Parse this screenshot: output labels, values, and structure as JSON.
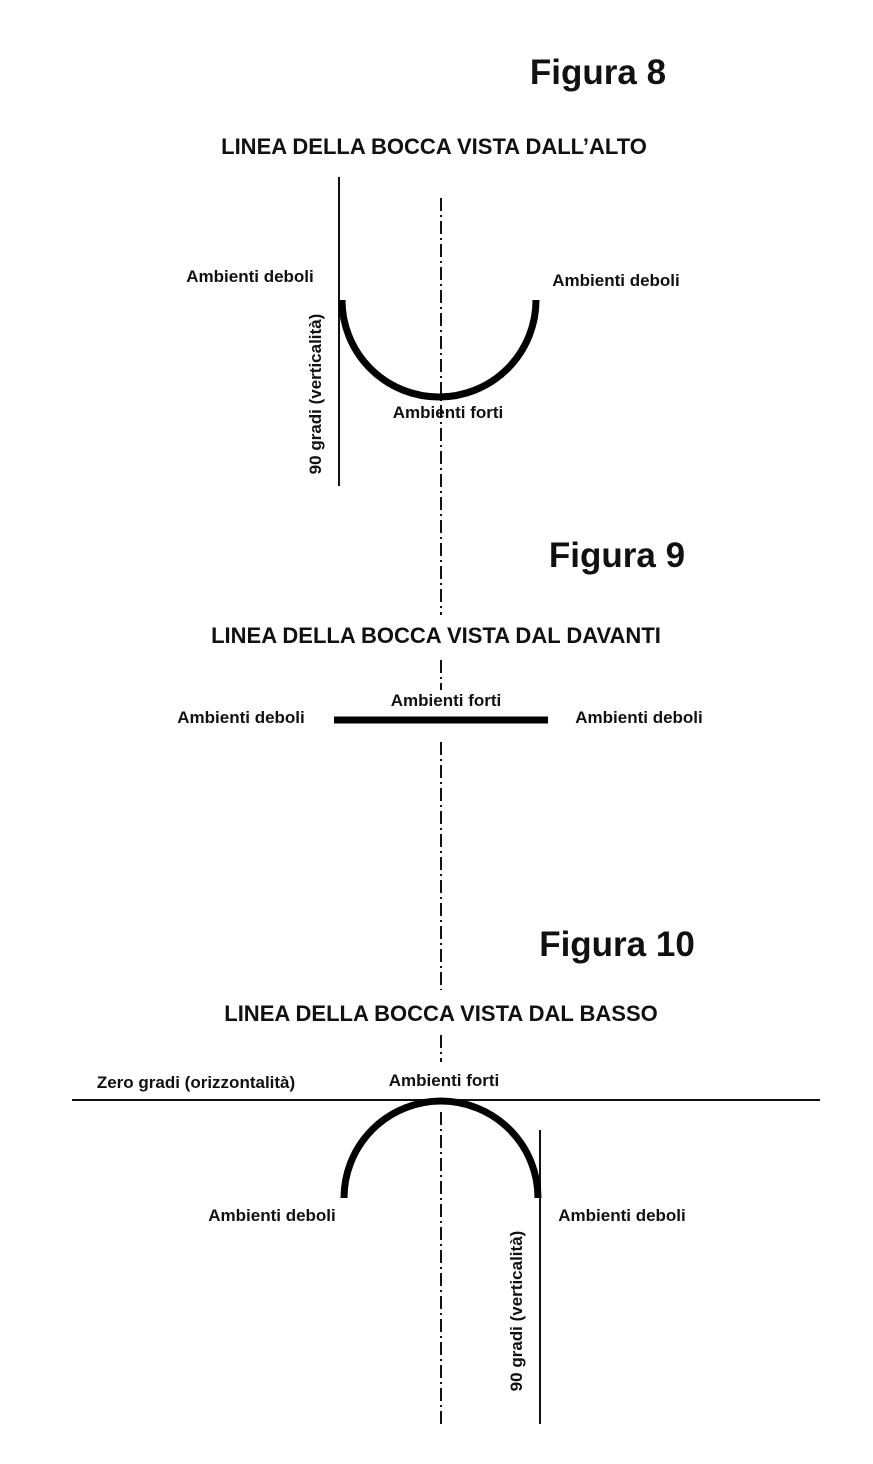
{
  "figures": [
    {
      "number": "Figura 8",
      "heading": "LINEA DELLA BOCCA VISTA DALL’ALTO",
      "label_left": "Ambienti deboli",
      "label_right": "Ambienti deboli",
      "label_center": "Ambienti forti",
      "label_vertical": "90 gradi (verticalità)"
    },
    {
      "number": "Figura 9",
      "heading": "LINEA DELLA BOCCA VISTA DAL DAVANTI",
      "label_left": "Ambienti deboli",
      "label_right": "Ambienti deboli",
      "label_center": "Ambienti forti"
    },
    {
      "number": "Figura 10",
      "heading": "LINEA DELLA BOCCA VISTA DAL BASSO",
      "label_horizontal": "Zero gradi (orizzontalità)",
      "label_center": "Ambienti forti",
      "label_left": "Ambienti deboli",
      "label_right": "Ambienti deboli",
      "label_vertical": "90 gradi (verticalità)"
    }
  ]
}
